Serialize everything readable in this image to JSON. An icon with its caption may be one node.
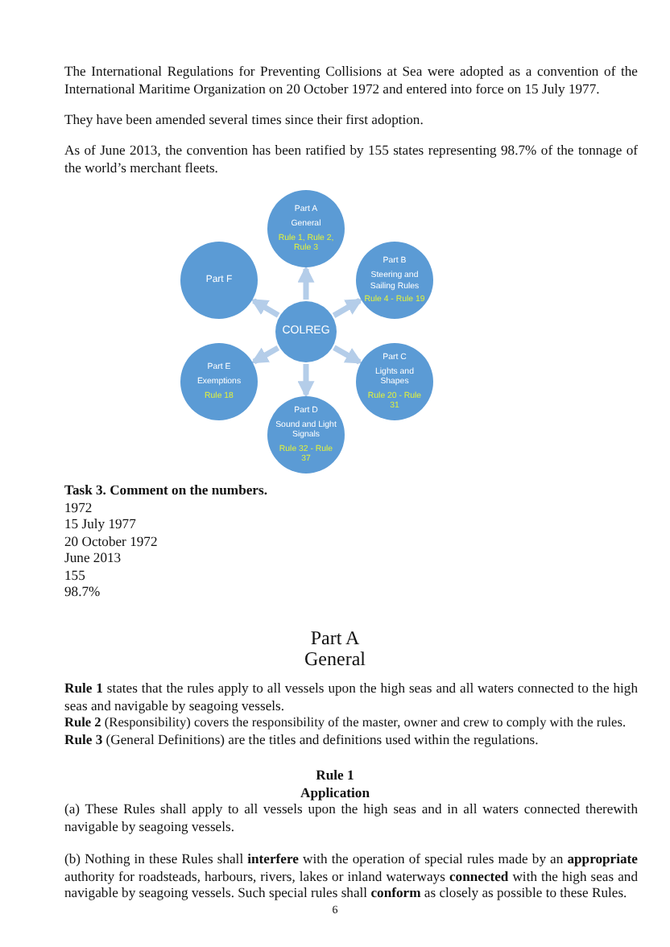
{
  "diagram": {
    "nodes": [
      {
        "text": [
          "COLREG"
        ]
      },
      {
        "text": [
          "Part A",
          "General",
          "Rule 1, Rule 2, Rule 3"
        ]
      },
      {
        "text": [
          "Part B",
          "Steering and Sailing Rules",
          "Rule 4 - Rule 19"
        ]
      },
      {
        "text": [
          "Part C",
          "Lights and Shapes",
          "Rule 20 - Rule 31"
        ]
      },
      {
        "text": [
          "Part D",
          "Sound and Light Signals",
          "Rule 32 - Rule 37"
        ]
      },
      {
        "text": [
          "Part E",
          "Exemptions",
          "Rule 18"
        ]
      },
      {
        "text": [
          "Part F"
        ]
      }
    ],
    "edges": [
      {
        "from": 0,
        "to": 1,
        "arrow": "to"
      },
      {
        "from": 0,
        "to": 2,
        "arrow": "to"
      },
      {
        "from": 0,
        "to": 3,
        "arrow": "to"
      },
      {
        "from": 0,
        "to": 4,
        "arrow": "to"
      },
      {
        "from": 0,
        "to": 5,
        "arrow": "to"
      },
      {
        "from": 0,
        "to": 6,
        "arrow": "to"
      }
    ],
    "labels": [
      "The International Regulations for Preventing Collisions at Sea were adopted as a convention of the International Maritime Organization on 20 October 1972 and entered into force on 15 July 1977.",
      "They have been amended several times since their first adoption.",
      "As of June 2013, the convention has been ratified by 155 states representing 98.7% of the tonnage of the world’s merchant fleets.",
      "Task 3. Comment on the numbers.",
      "1972",
      "15 July 1977",
      "20 October 1972",
      "June 2013",
      "155",
      "98.7%",
      "Part A",
      "General",
      "**Rule 1** states that the rules apply to all vessels upon the high seas and all waters connected to the high seas and navigable by seagoing vessels.",
      "**Rule 2** (Responsibility) covers the responsibility of the master, owner and crew to comply with the rules.",
      "**Rule 3** (General Definitions) are the titles and definitions used within the regulations.",
      "Rule 1",
      "Application",
      "(a) These Rules shall apply to all vessels upon the high seas and in all waters connected therewith navigable by seagoing vessels.",
      "(b) Nothing in these Rules shall **interfere** with the operation of special rules made by an **appropriate** authority for roadsteads, harbours, rivers, lakes or inland waterways **connected** with the high seas and navigable by seagoing vessels. Such special rules shall **conform** as closely as possible to these Rules.",
      "6"
    ]
  }
}
